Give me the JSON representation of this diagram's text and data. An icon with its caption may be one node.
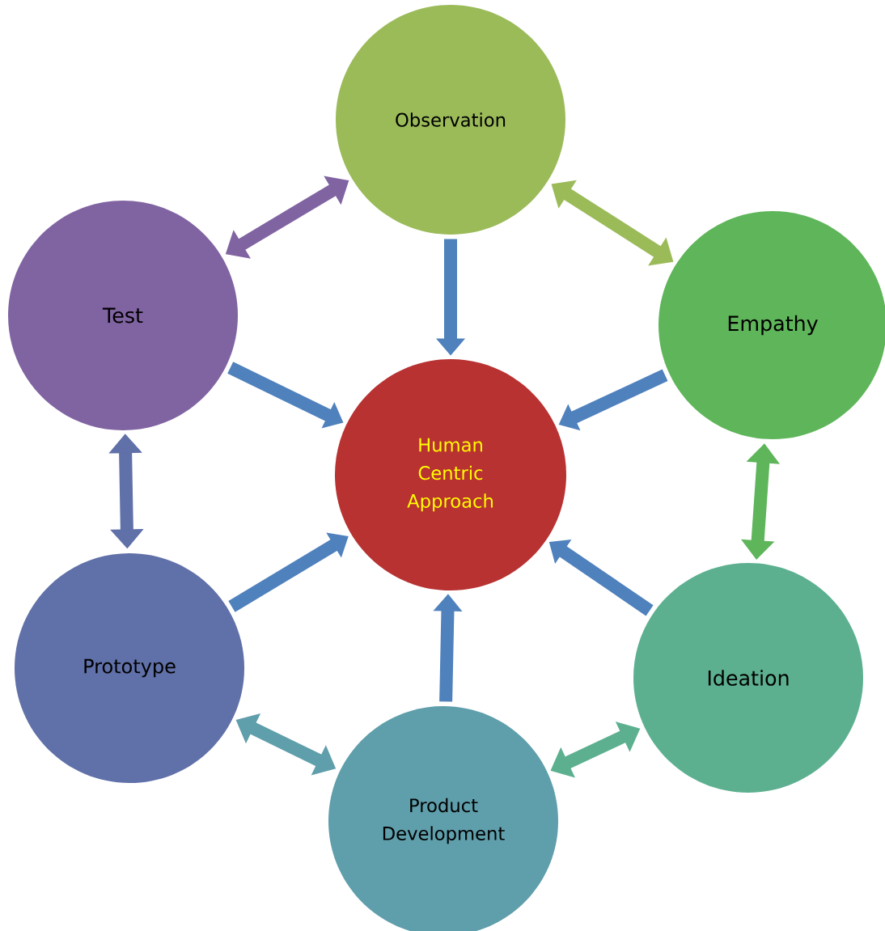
{
  "diagram": {
    "nodes": [
      {
        "text": [
          "Human Centric Approach"
        ]
      },
      {
        "text": [
          "Observation"
        ]
      },
      {
        "text": [
          "Empathy"
        ]
      },
      {
        "text": [
          "Ideation"
        ]
      },
      {
        "text": [
          "Product Development"
        ]
      },
      {
        "text": [
          "Prototype"
        ]
      },
      {
        "text": [
          "Test"
        ]
      }
    ],
    "edges": [
      {
        "from": 1,
        "to": 0,
        "arrow": "to"
      },
      {
        "from": 2,
        "to": 0,
        "arrow": "to"
      },
      {
        "from": 3,
        "to": 0,
        "arrow": "to"
      },
      {
        "from": 4,
        "to": 0,
        "arrow": "to"
      },
      {
        "from": 5,
        "to": 0,
        "arrow": "to"
      },
      {
        "from": 6,
        "to": 0,
        "arrow": "to"
      },
      {
        "from": 1,
        "to": 2,
        "arrow": "both",
        "color": "#9bbb59"
      },
      {
        "from": 2,
        "to": 3,
        "arrow": "both",
        "color": "#5fb55a"
      },
      {
        "from": 3,
        "to": 4,
        "arrow": "both",
        "color": "#5cb090"
      },
      {
        "from": 4,
        "to": 5,
        "arrow": "both",
        "color": "#5f9eab"
      },
      {
        "from": 5,
        "to": 6,
        "arrow": "both",
        "color": "#6070a8"
      },
      {
        "from": 6,
        "to": 1,
        "arrow": "both",
        "color": "#8064a2"
      }
    ]
  }
}
